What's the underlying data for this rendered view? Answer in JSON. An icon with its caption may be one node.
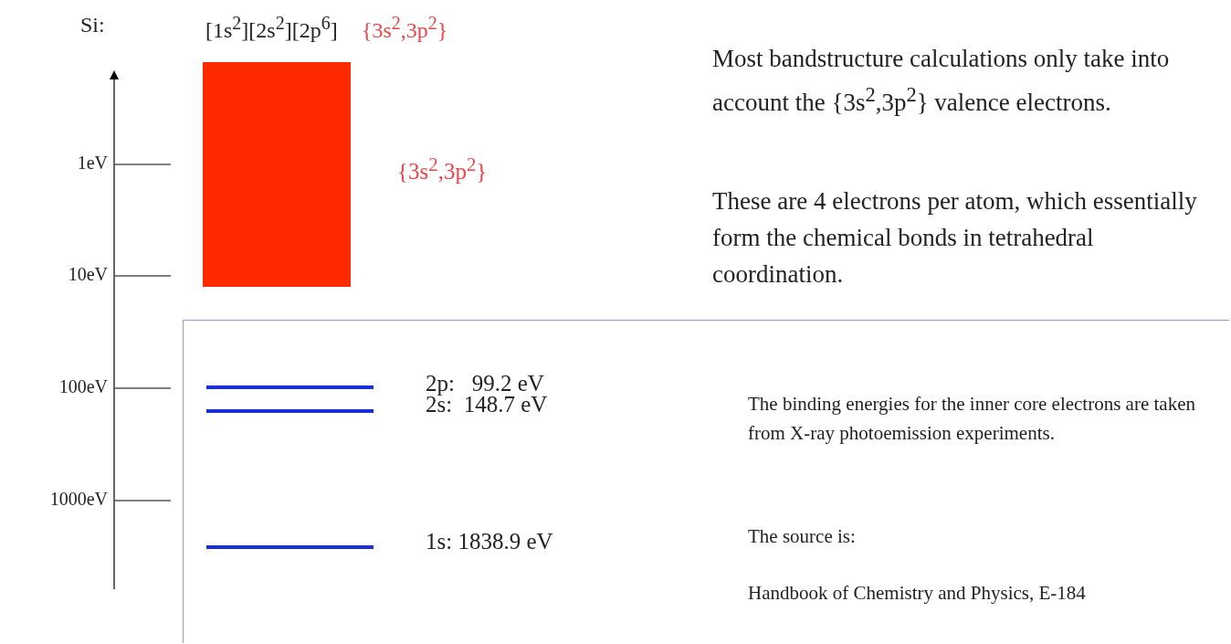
{
  "diagram": {
    "nodes": [
      {
        "text": [],
        "shape": "bar",
        "beside": [
          "{3s$^{2}$,3p$^{2}$}"
        ]
      },
      {
        "text": [
          "The binding energies for the inner core electrons are taken from X-ray photoemission experiments.",
          "The source is:",
          "Handbook of Chemistry and Physics, E-184"
        ]
      },
      {
        "text": [],
        "shape": "bar",
        "in": 1,
        "beside": [
          "2p:   99.2 eV"
        ]
      },
      {
        "text": [],
        "shape": "bar",
        "in": 1,
        "beside": [
          "2s:  148.7 eV"
        ]
      },
      {
        "text": [],
        "shape": "bar",
        "in": 1,
        "beside": [
          "1s: 1838.9 eV"
        ]
      }
    ],
    "edges": [],
    "labels": [
      "Si:",
      "[1s$^{2}$][2s$^{2}$][2p$^{6}$]",
      "{3s$^{2}$,3p$^{2}$}",
      "Most bandstructure calculations only take into account the {3s$^{2}$,3p$^{2}$} valence electrons.",
      "These are 4 electrons per atom, which essentially form the chemical bonds in tetrahedral coordination.",
      "1eV",
      "10eV",
      "100eV",
      "1000eV"
    ]
  }
}
